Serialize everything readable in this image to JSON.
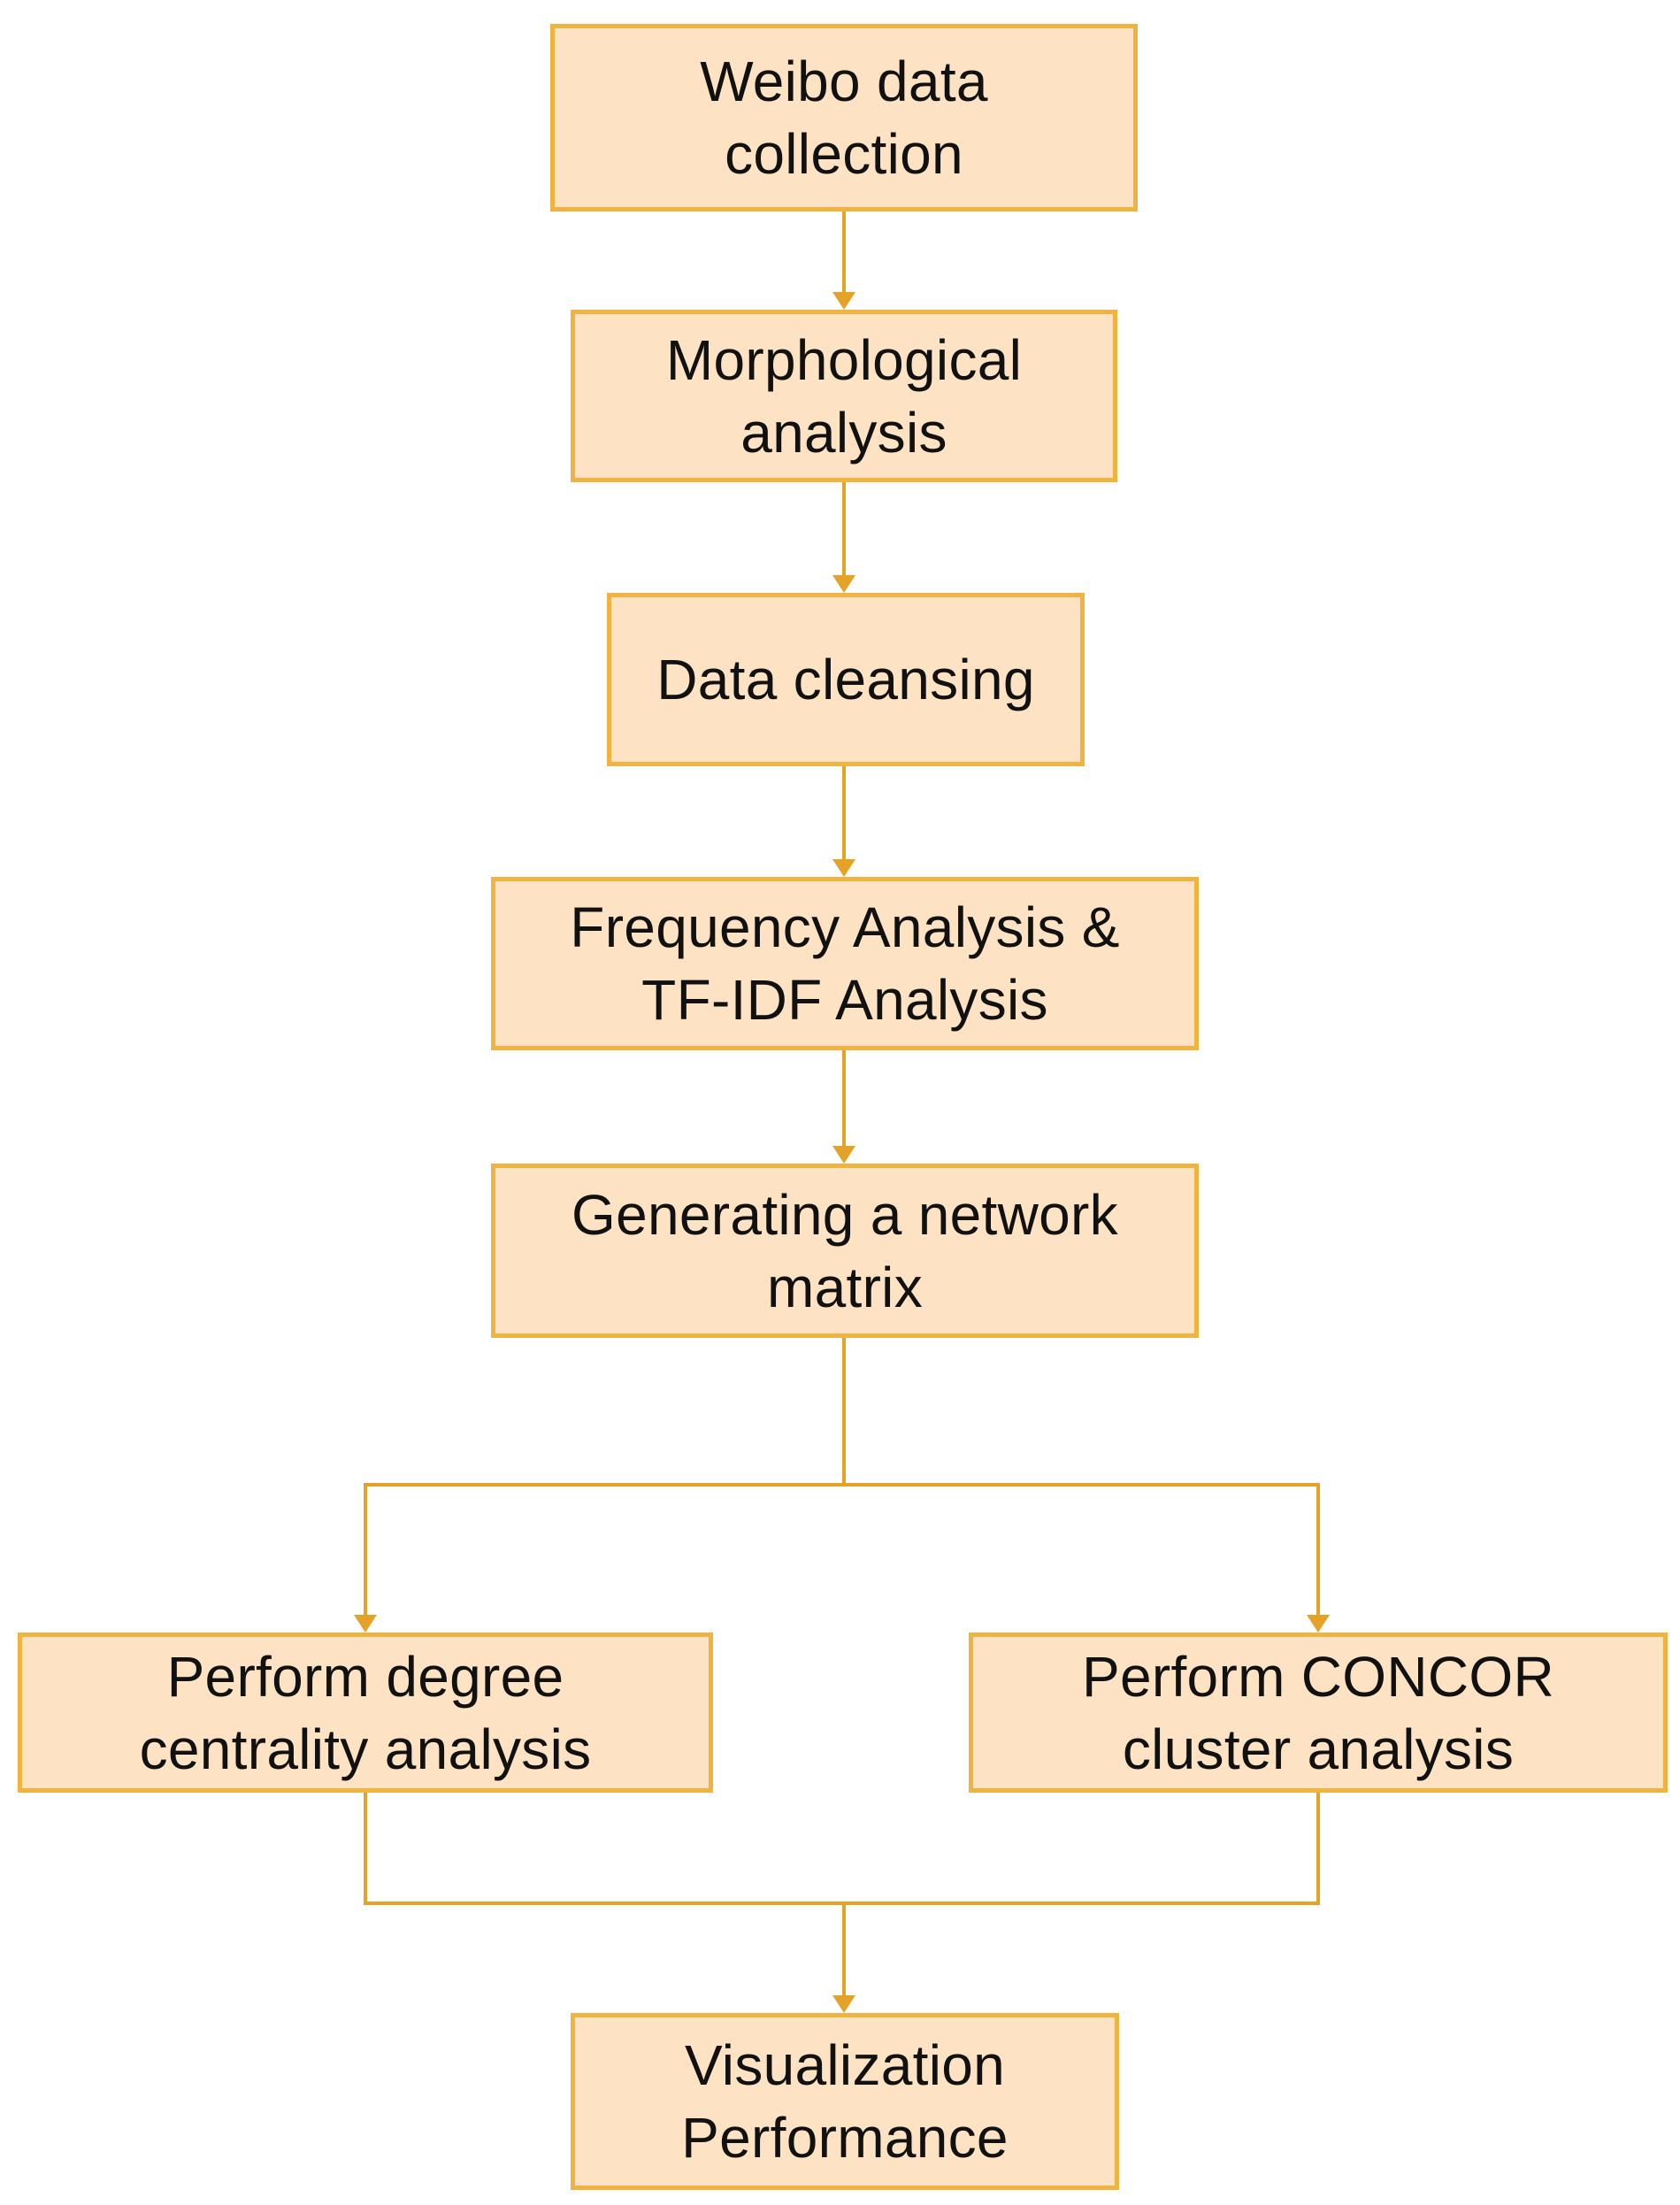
{
  "colors": {
    "node_fill": "#FDE3C4",
    "node_border": "#F0B340",
    "connector": "#E4A226",
    "text": "#111111"
  },
  "nodes": [
    {
      "id": "n1",
      "label": "Weibo data\ncollection"
    },
    {
      "id": "n2",
      "label": "Morphological\nanalysis"
    },
    {
      "id": "n3",
      "label": "Data cleansing"
    },
    {
      "id": "n4",
      "label": "Frequency Analysis &\nTF-IDF Analysis"
    },
    {
      "id": "n5",
      "label": "Generating a network\nmatrix"
    },
    {
      "id": "n6",
      "label": "Perform degree\ncentrality analysis"
    },
    {
      "id": "n7",
      "label": "Perform CONCOR\ncluster analysis"
    },
    {
      "id": "n8",
      "label": "Visualization\nPerformance"
    }
  ],
  "edges": [
    {
      "from": "n1",
      "to": "n2"
    },
    {
      "from": "n2",
      "to": "n3"
    },
    {
      "from": "n3",
      "to": "n4"
    },
    {
      "from": "n4",
      "to": "n5"
    },
    {
      "from": "n5",
      "to": "n6"
    },
    {
      "from": "n5",
      "to": "n7"
    },
    {
      "from": "n6",
      "to": "n8"
    },
    {
      "from": "n7",
      "to": "n8"
    }
  ]
}
